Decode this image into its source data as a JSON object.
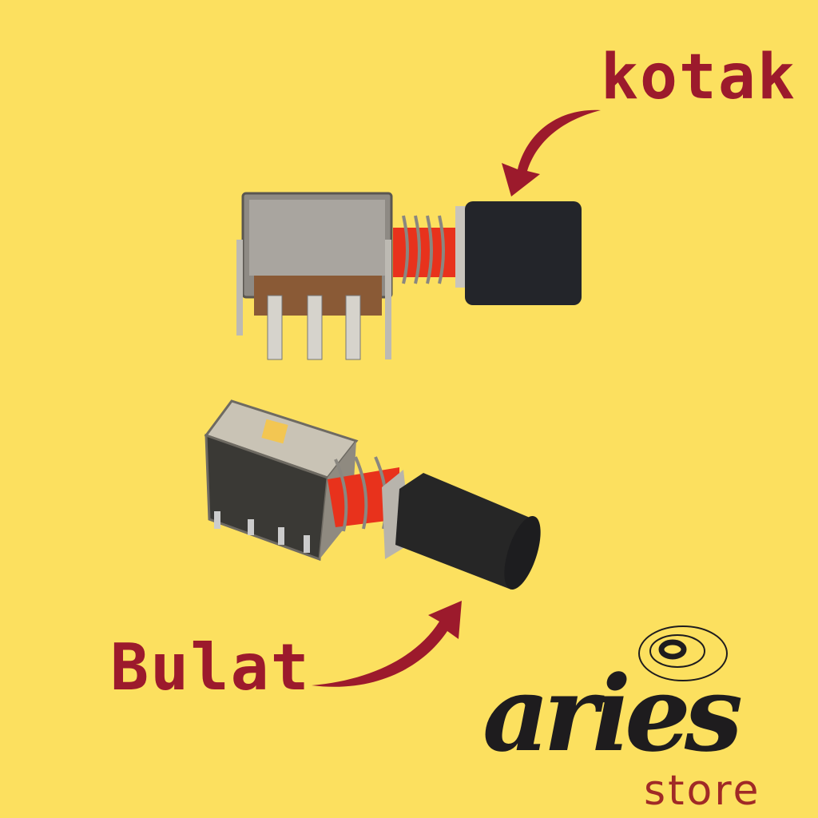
{
  "labels": {
    "square": "kotak",
    "round": "Bulat"
  },
  "logo": {
    "main": "aries",
    "sub": "store"
  },
  "colors": {
    "background": "#fce05f",
    "label": "#9c1a2c",
    "logo_main": "#1e1c1e",
    "logo_sub": "#a02a26"
  }
}
